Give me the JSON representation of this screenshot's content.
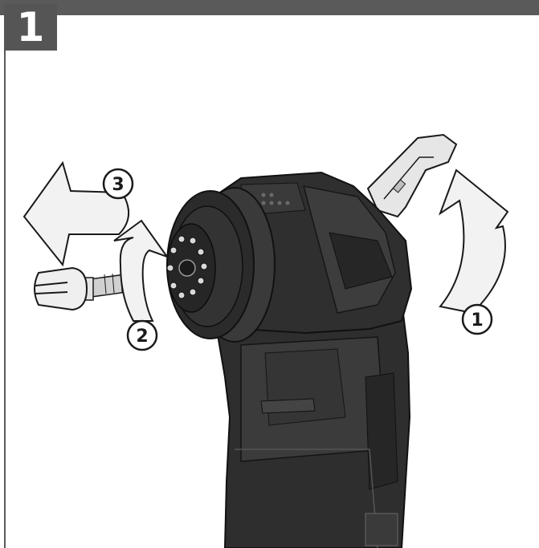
{
  "step": {
    "number": "1"
  },
  "callouts": [
    {
      "id": "1",
      "label": "1"
    },
    {
      "id": "2",
      "label": "2"
    },
    {
      "id": "3",
      "label": "3"
    }
  ],
  "colors": {
    "frame": "#5a5a5a",
    "tool_body": "#2e2e2e",
    "tool_highlight": "#4a4a4a",
    "arrow_fill": "#f2f2f2",
    "arrow_stroke": "#1a1a1a"
  },
  "icons": {
    "arrow_1": "curved-arrow-up-icon",
    "arrow_2": "curved-arrow-up-icon",
    "arrow_3": "arrow-left-icon"
  }
}
